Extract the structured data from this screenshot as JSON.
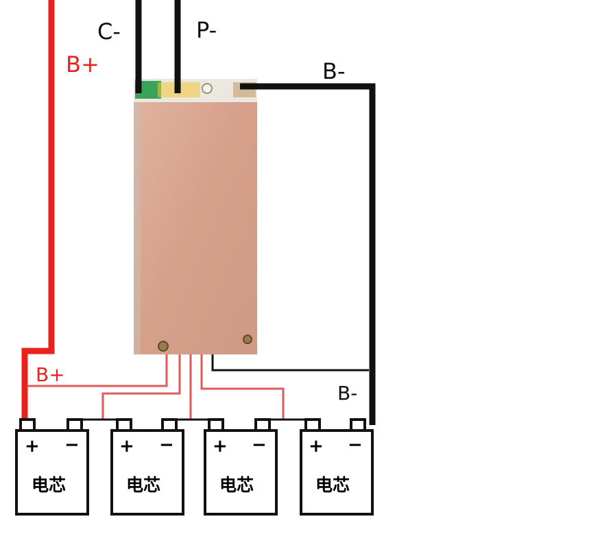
{
  "labels": {
    "c_minus": "C-",
    "p_minus": "P-",
    "b_plus_top": "B+",
    "b_minus_top": "B-",
    "b_plus_bottom": "B+",
    "b_minus_bottom": "B-"
  },
  "cells": [
    {
      "name": "电芯",
      "plus": "+",
      "minus": "−"
    },
    {
      "name": "电芯",
      "plus": "+",
      "minus": "−"
    },
    {
      "name": "电芯",
      "plus": "+",
      "minus": "−"
    },
    {
      "name": "电芯",
      "plus": "+",
      "minus": "−"
    }
  ],
  "colors": {
    "wire_positive": "#e8231e",
    "wire_balance": "#e05a5a",
    "wire_negative": "#111111",
    "board": "#d9a590",
    "board_edge": "#e8e6df"
  }
}
